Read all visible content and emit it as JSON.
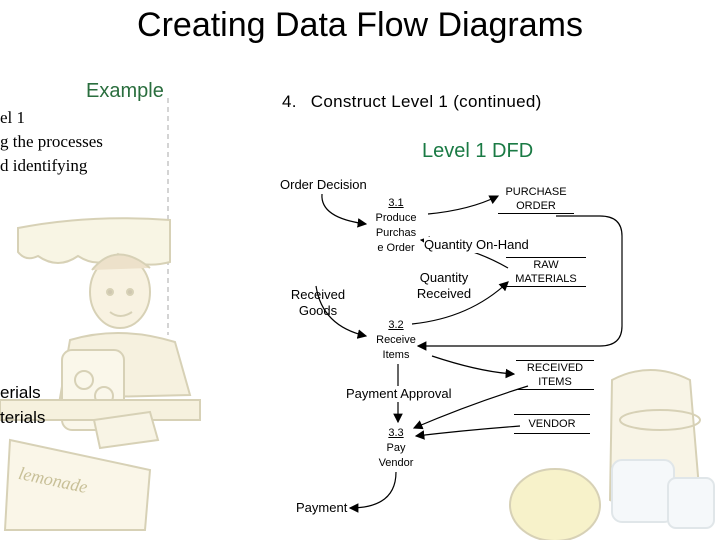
{
  "title": "Creating Data Flow Diagrams",
  "example_label": "Example",
  "left_fragment": {
    "line1": "el 1",
    "line2": "g the processes",
    "line3": "d identifying",
    "line4": "erials",
    "line5": "terials"
  },
  "step": {
    "number": "4.",
    "text": "Construct Level 1 (continued)"
  },
  "level_title": "Level 1 DFD",
  "processes": [
    {
      "id": "3.1",
      "name_lines": [
        "Produce",
        "Purchas",
        "e Order"
      ]
    },
    {
      "id": "3.2",
      "name_lines": [
        "Receive",
        "Items"
      ]
    },
    {
      "id": "3.3",
      "name_lines": [
        "Pay",
        "Vendor"
      ]
    }
  ],
  "stores": [
    {
      "lines": [
        "PURCHASE",
        "ORDER"
      ]
    },
    {
      "lines": [
        "RAW",
        "MATERIALS"
      ]
    },
    {
      "lines": [
        "RECEIVED",
        "ITEMS"
      ]
    },
    {
      "lines": [
        "VENDOR"
      ]
    }
  ],
  "flows": {
    "order_decision": "Order Decision",
    "quantity_on_hand": "Quantity On-Hand",
    "quantity_received_1": "Quantity",
    "quantity_received_2": "Received",
    "received_goods_1": "Received",
    "received_goods_2": "Goods",
    "payment_approval": "Payment Approval",
    "payment": "Payment"
  },
  "clipart_text": "lemonade",
  "colors": {
    "example": "#2a6e3e",
    "level_title": "#1a7a44",
    "clipart": "#c8c098"
  }
}
